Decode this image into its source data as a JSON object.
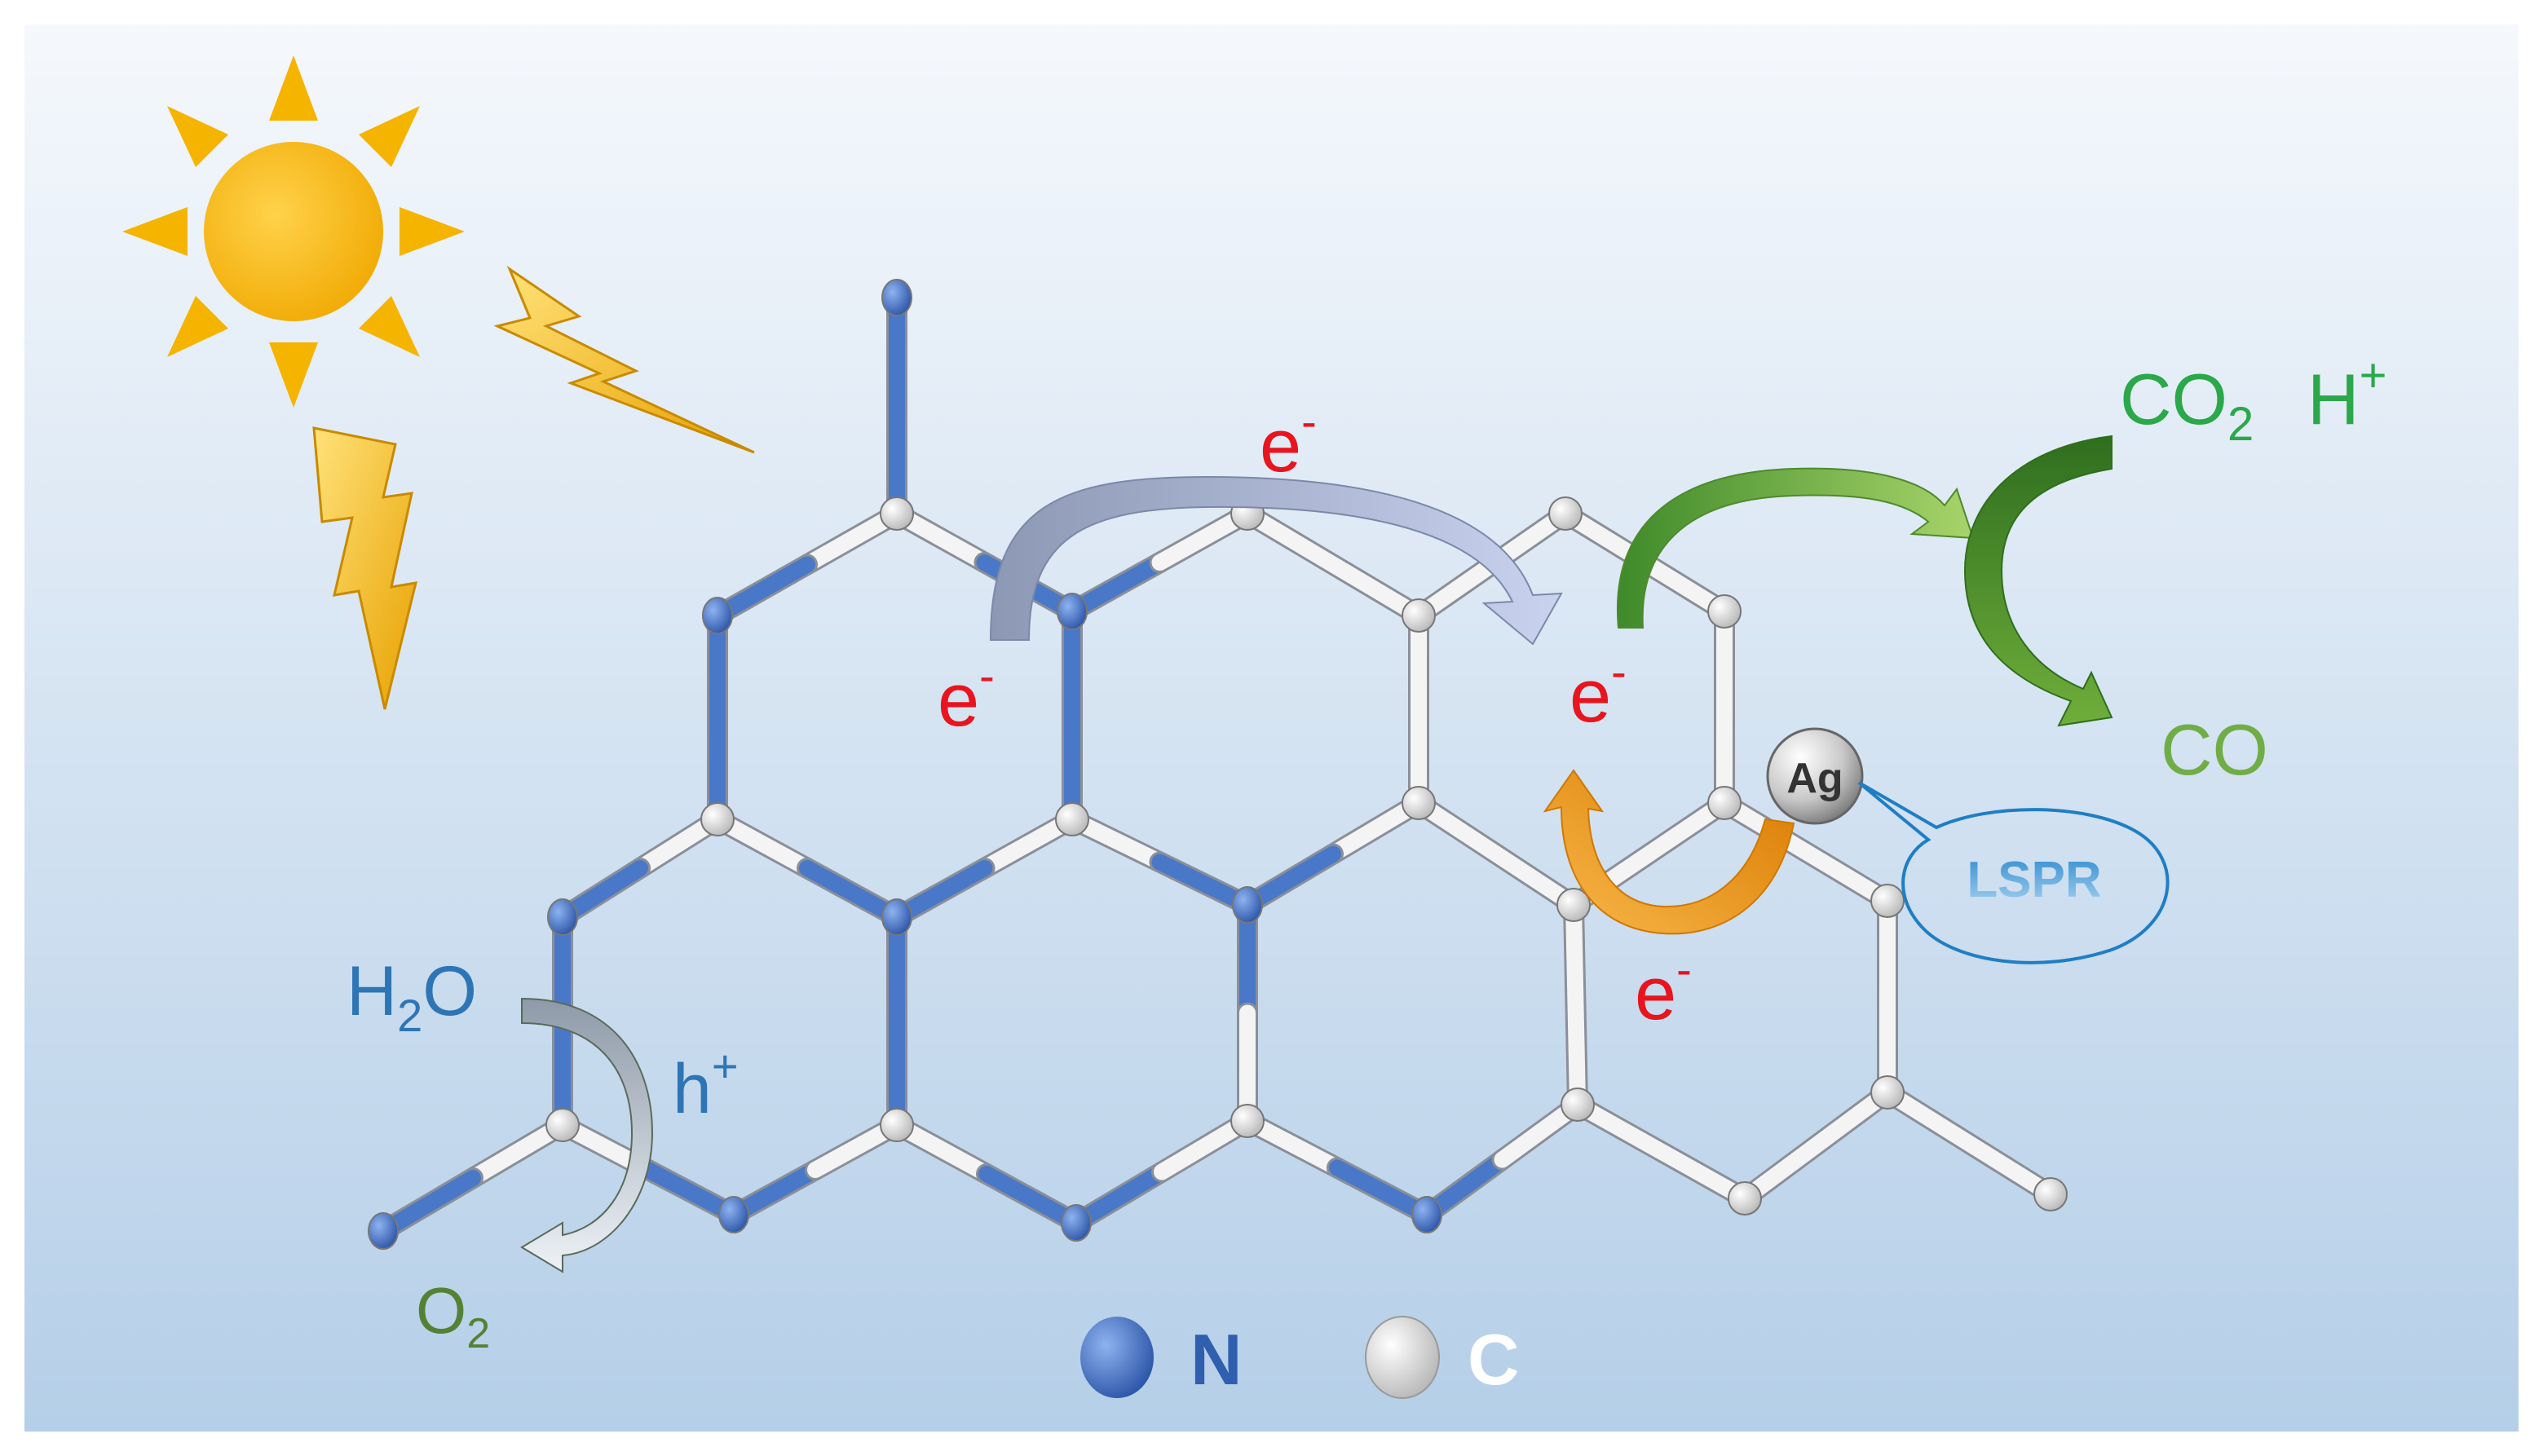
{
  "labels": {
    "electron": "e",
    "minus": "-",
    "co2_base": "CO",
    "co2_sub": "2",
    "h_plus_base": "H",
    "plus": "+",
    "co_product": "CO",
    "ag": "Ag",
    "lspr": "LSPR",
    "h2o_h": "H",
    "h2o_sub": "2",
    "h2o_o": "O",
    "hole_base": "h",
    "o2_base": "O",
    "o2_sub": "2"
  },
  "legend": [
    {
      "symbol": "N",
      "color": "#4472c4"
    },
    {
      "symbol": "C",
      "color": "#ffffff"
    }
  ],
  "colors": {
    "background_top": "#f4f7fb",
    "background_bottom": "#b8d2ea",
    "sun": "#f5b400",
    "nitrogen": "#4a78c8",
    "carbon": "#f2f2f2",
    "electron_text": "#e8141e",
    "reactant_green": "#2aa84a",
    "product_green": "#70ad47",
    "water_blue": "#2e75b6",
    "oxygen_green": "#548235",
    "lspr_blue": "#2e8bd0",
    "orange_arrow": "#f5a30f"
  },
  "icons": [
    "sun-icon",
    "lightning-bolt-icon",
    "silver-nanoparticle-icon"
  ]
}
